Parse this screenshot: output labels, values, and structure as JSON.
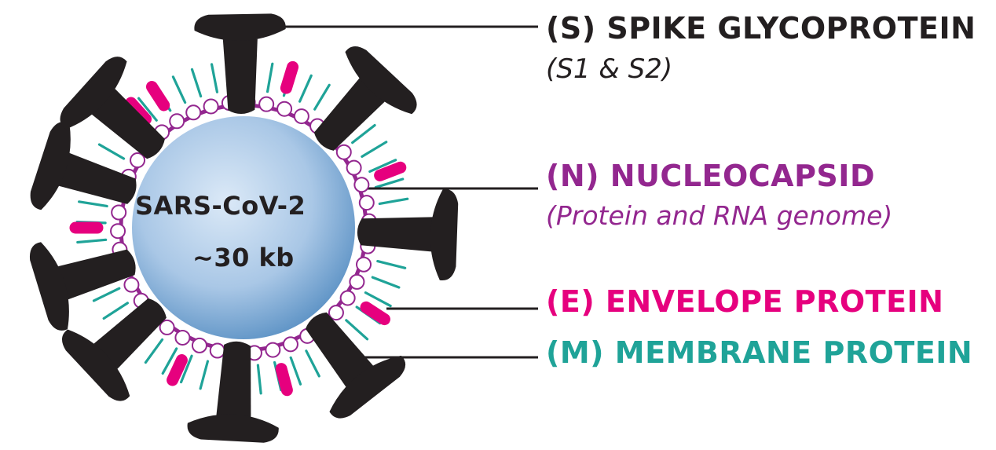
{
  "virus": {
    "name": "SARS-CoV-2",
    "size": "~30 kb"
  },
  "labels": {
    "spike": {
      "title": "(S) SPIKE GLYCOPROTEIN",
      "subtitle": "(S1 & S2)",
      "color": "#231f20"
    },
    "nucleocapsid": {
      "title": "(N) NUCLEOCAPSID",
      "subtitle": "(Protein and RNA genome)",
      "color": "#93278f"
    },
    "envelope": {
      "title": "(E) ENVELOPE PROTEIN",
      "color": "#e6007e"
    },
    "membrane": {
      "title": "(M) MEMBRANE PROTEIN",
      "color": "#1fa398"
    }
  },
  "colors": {
    "core_light": "#dbe9f7",
    "core_dark": "#5f94c6",
    "spike": "#231f20",
    "nucleocapsid": "#93278f",
    "envelope": "#e6007e",
    "membrane": "#1fa398"
  }
}
